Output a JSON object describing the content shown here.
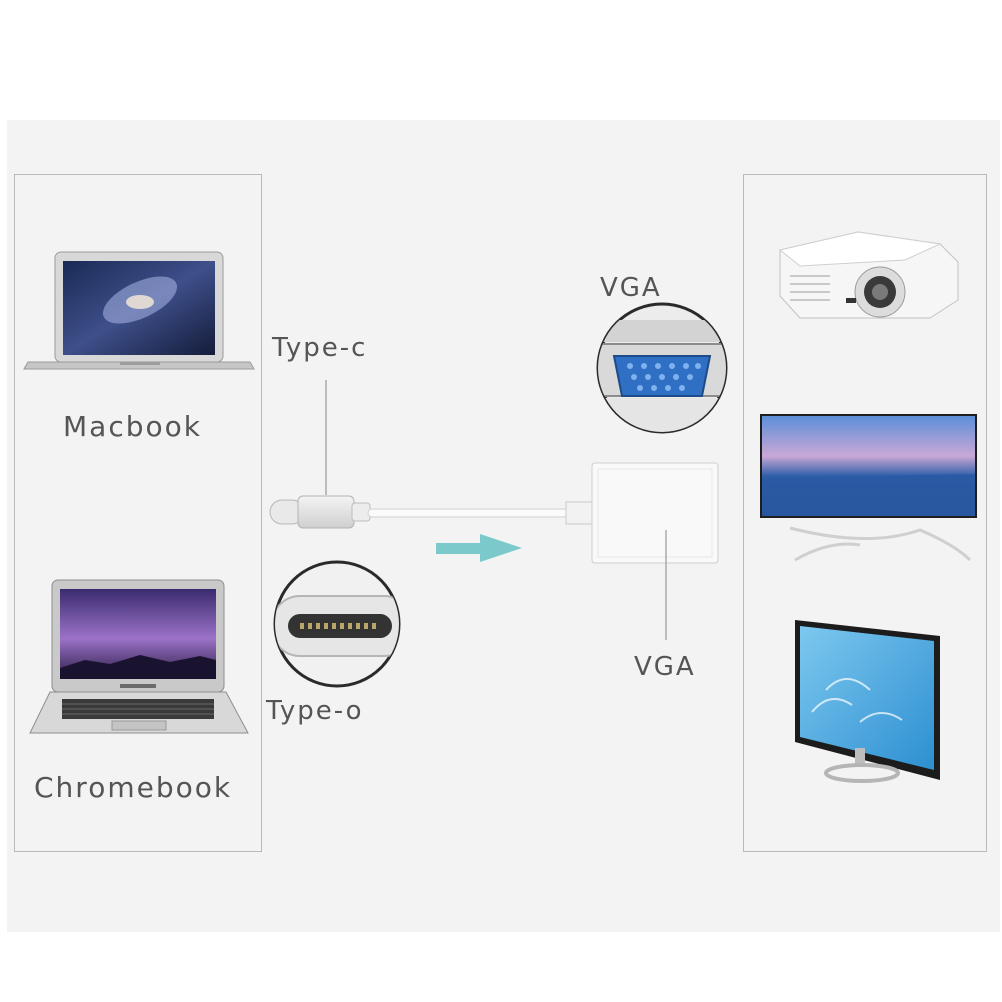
{
  "devices_left": {
    "macbook_label": "Macbook",
    "chromebook_label": "Chromebook"
  },
  "connector": {
    "type_c_label": "Type-c",
    "type_c_closeup_label": "Type-o"
  },
  "adapter": {
    "vga_port_label": "VGA",
    "vga_adapter_label": "VGA"
  },
  "devices_right": {
    "icons": [
      "projector-icon",
      "tv-icon",
      "monitor-icon"
    ]
  },
  "colors": {
    "arrow": "#7cc9cc",
    "vga_port_blue": "#2f6fc4",
    "panel_border": "#b9b9b9",
    "background": "#f3f3f3"
  }
}
